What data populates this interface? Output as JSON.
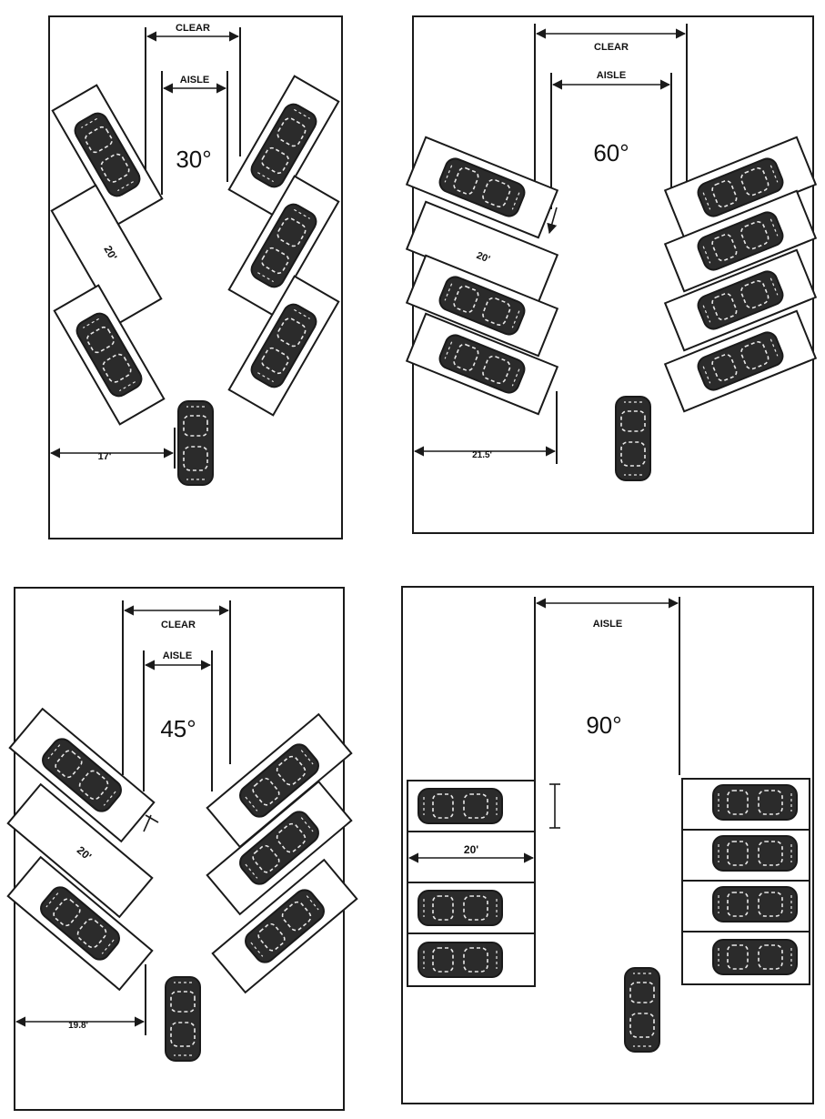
{
  "panels": [
    {
      "id": "30",
      "angle_label": "30°",
      "clear_label": "CLEAR",
      "aisle_label": "AISLE",
      "stall_width_label": "20'",
      "depth_label": "17'"
    },
    {
      "id": "60",
      "angle_label": "60°",
      "clear_label": "CLEAR",
      "aisle_label": "AISLE",
      "stall_width_label": "20'",
      "depth_label": "21.5'"
    },
    {
      "id": "45",
      "angle_label": "45°",
      "clear_label": "CLEAR",
      "aisle_label": "AISLE",
      "stall_width_label": "20'",
      "depth_label": "19.8'"
    },
    {
      "id": "90",
      "angle_label": "90°",
      "clear_label": "",
      "aisle_label": "AISLE",
      "stall_width_label": "20'",
      "depth_label": ""
    }
  ],
  "colors": {
    "line": "#1a1a1a",
    "car_body": "#2b2b2b",
    "car_detail": "#e8e8e8",
    "background": "#ffffff"
  }
}
